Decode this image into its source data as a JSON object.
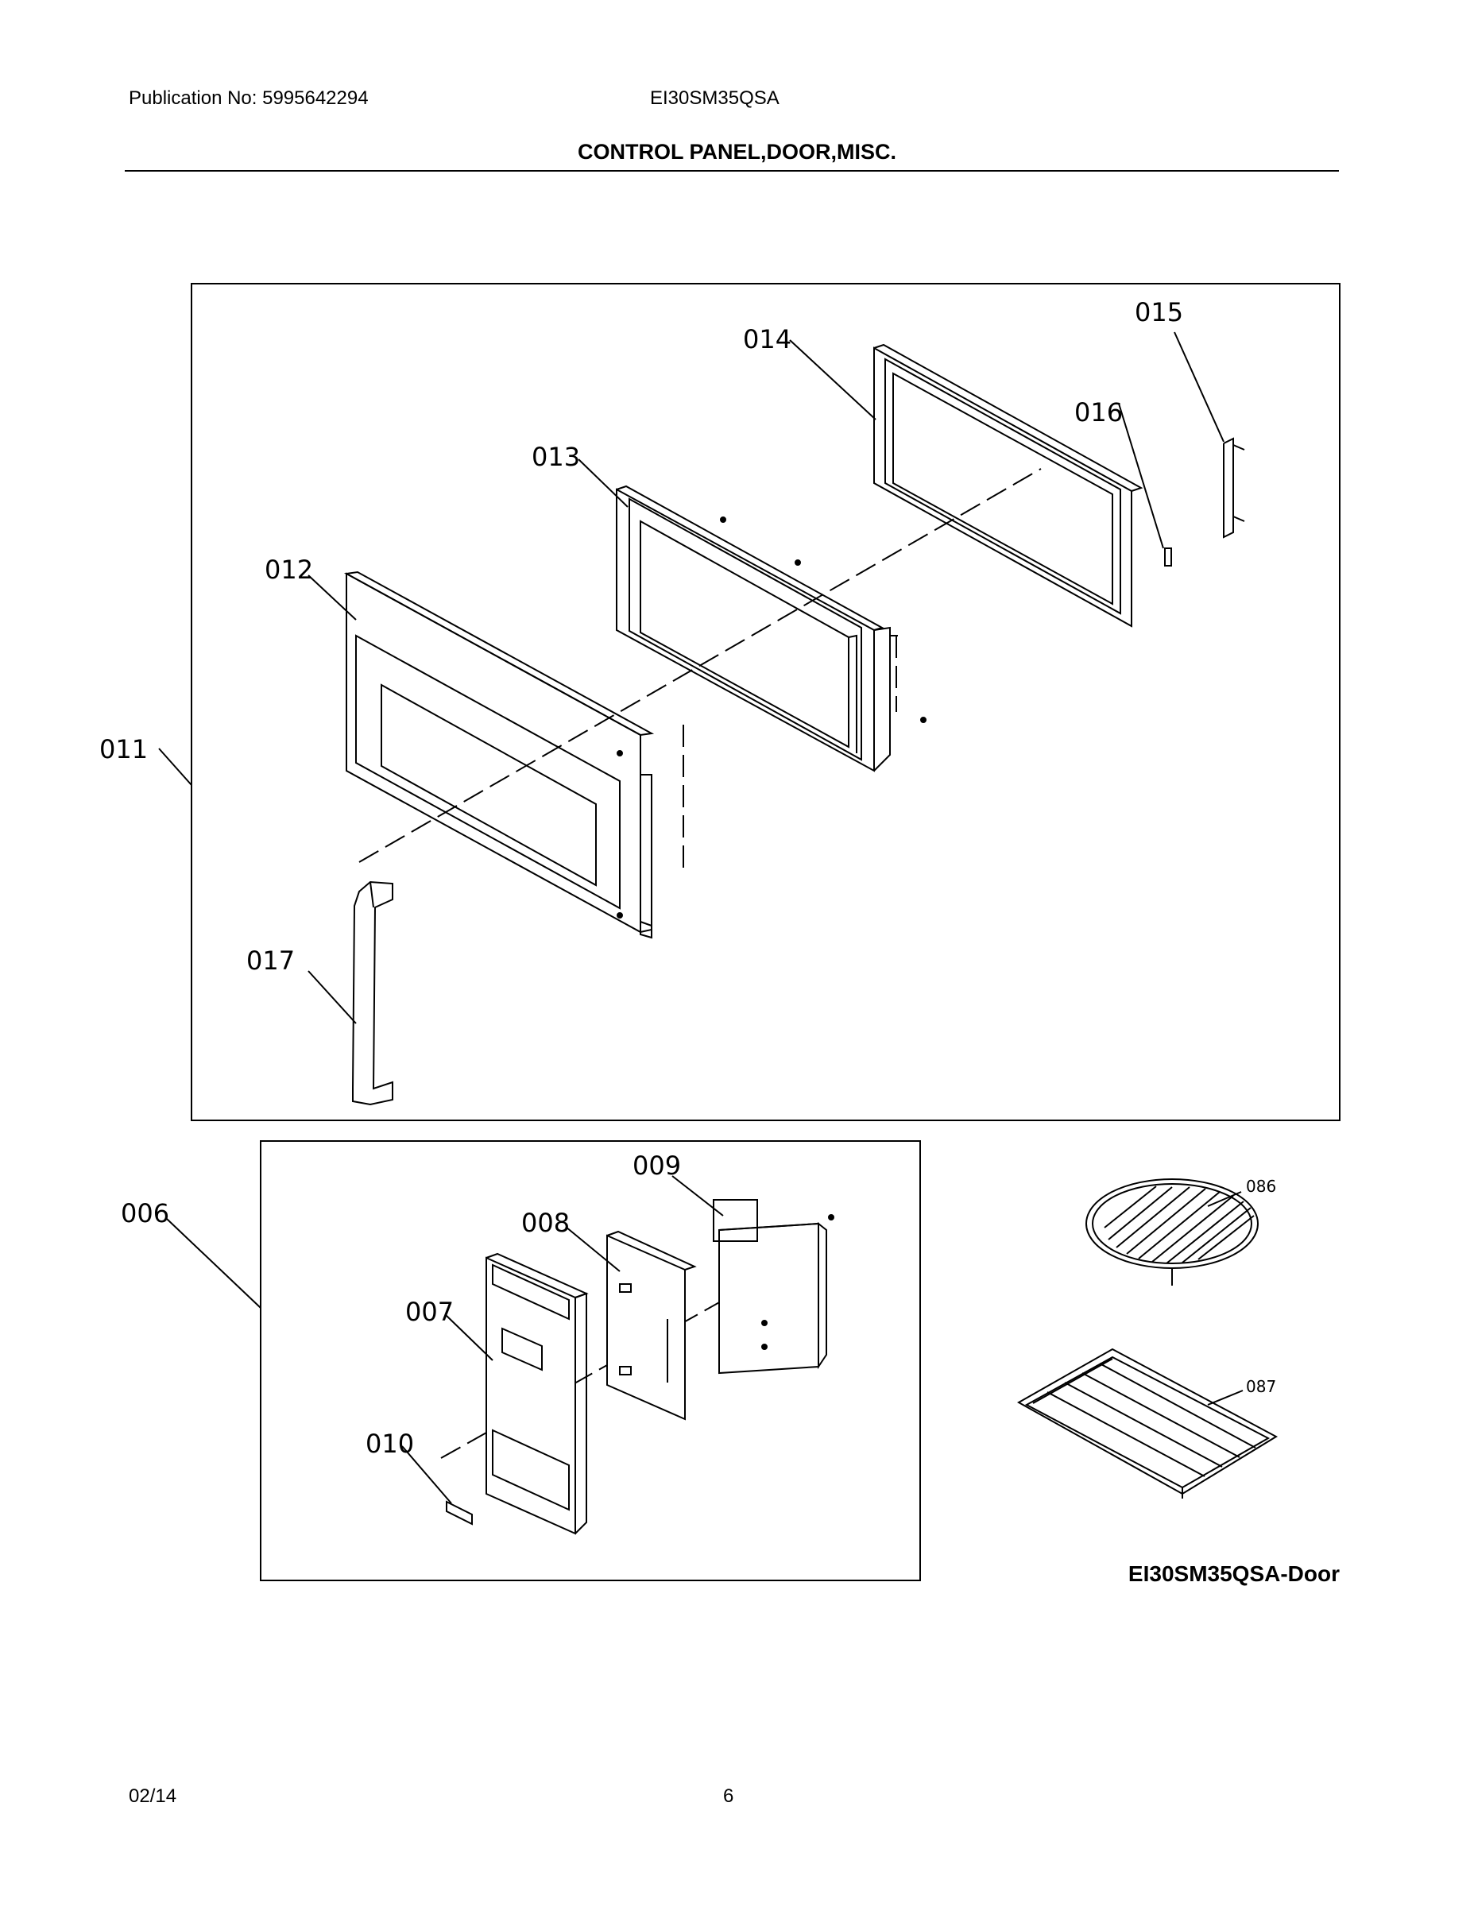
{
  "header": {
    "publication": "Publication No: 5995642294",
    "model": "EI30SM35QSA",
    "section_title": "CONTROL PANEL,DOOR,MISC."
  },
  "callouts": {
    "p006": "006",
    "p007": "007",
    "p008": "008",
    "p009": "009",
    "p010": "010",
    "p011": "011",
    "p012": "012",
    "p013": "013",
    "p014": "014",
    "p015": "015",
    "p016": "016",
    "p017": "017",
    "p086": "086",
    "p087": "087"
  },
  "diagram_id": "EI30SM35QSA-Door",
  "footer": {
    "date": "02/14",
    "page": "6"
  }
}
